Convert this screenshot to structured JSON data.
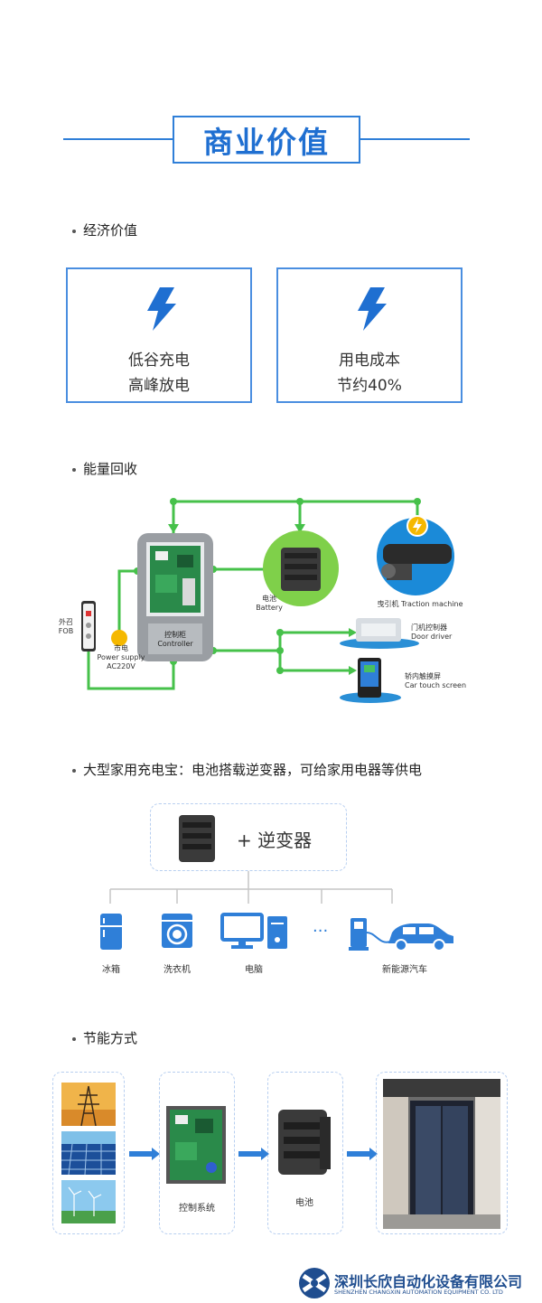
{
  "header": {
    "title": "商业价值"
  },
  "economic": {
    "heading": "经济价值",
    "cards": [
      {
        "line1": "低谷充电",
        "line2": "高峰放电"
      },
      {
        "line1": "用电成本",
        "line2": "节约40%"
      }
    ]
  },
  "energy": {
    "heading": "能量回收",
    "fob": {
      "zh": "外召",
      "en": "FOB"
    },
    "power": {
      "zh": "市电",
      "en1": "Power supply",
      "en2": "AC220V"
    },
    "controller": {
      "zh": "控制柜",
      "en": "Controller"
    },
    "battery": {
      "zh": "电池",
      "en": "Battery"
    },
    "traction": {
      "text": "曳引机 Traction machine"
    },
    "door": {
      "zh": "门机控制器",
      "en": "Door driver"
    },
    "touch": {
      "zh": "轿内触摸屏",
      "en": "Car touch screen"
    }
  },
  "home": {
    "heading": "大型家用充电宝：电池搭载逆变器，可给家用电器等供电",
    "inverter": "+ 逆变器",
    "ellipsis": "···",
    "appliances": [
      {
        "label": "冰箱",
        "icon": "fridge-icon"
      },
      {
        "label": "洗衣机",
        "icon": "washing-machine-icon"
      },
      {
        "label": "电脑",
        "icon": "computer-icon"
      },
      {
        "label": "新能源汽车",
        "icon": "ev-car-icon"
      }
    ]
  },
  "saving": {
    "heading": "节能方式",
    "control_label": "控制系统",
    "battery_label": "电池"
  },
  "footer": {
    "company_cn": "深圳长欣自动化设备有限公司",
    "company_en": "SHENZHEN CHANGXIN AUTOMATION EQUIPMENT CO. LTD"
  },
  "colors": {
    "accent": "#1f6fd1",
    "green": "#46c14a",
    "dark": "#333333"
  }
}
